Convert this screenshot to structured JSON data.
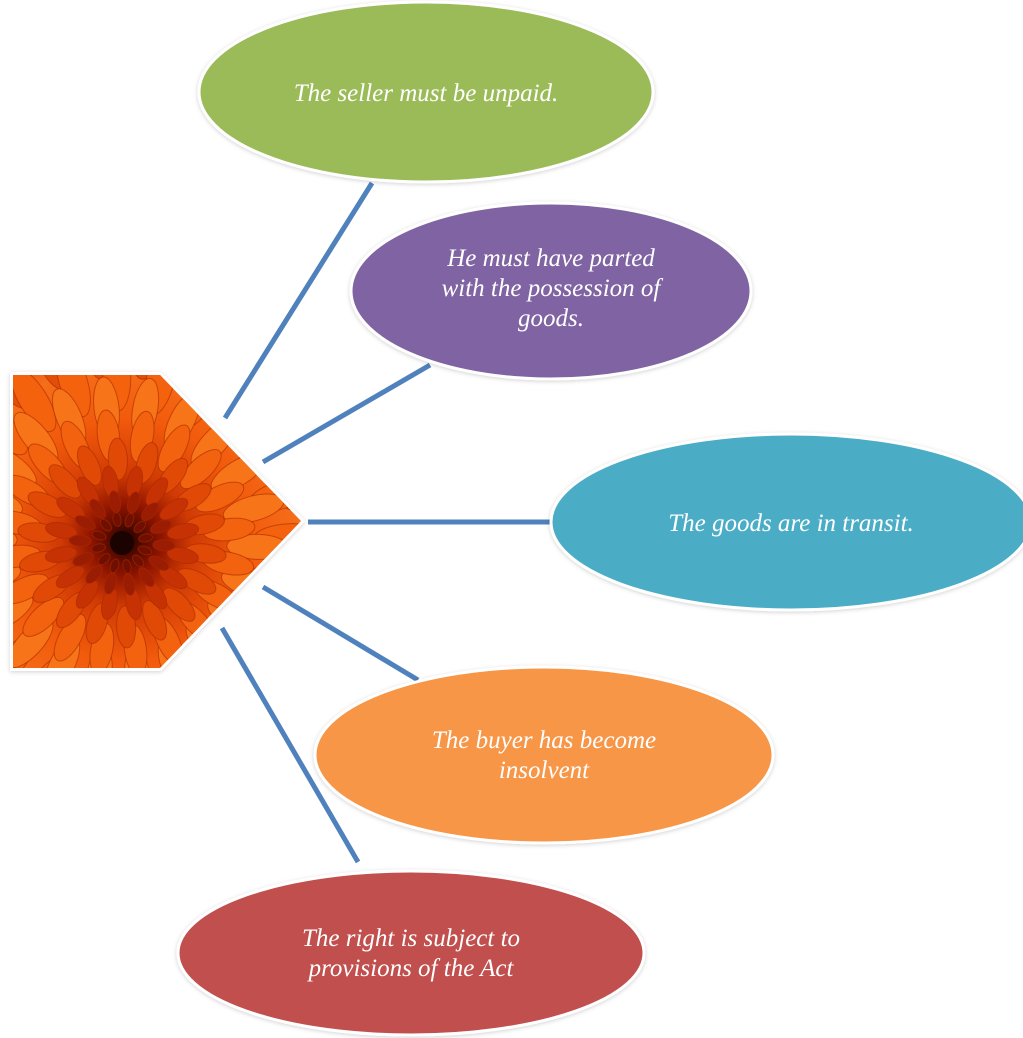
{
  "diagram": {
    "center_image": {
      "icon": "orange-chrysanthemum-flower"
    },
    "connector_color": "#4f81bd",
    "nodes": [
      {
        "label": "The seller must be unpaid.",
        "lines": [
          "The seller must be unpaid."
        ],
        "color": "#9bbb59"
      },
      {
        "label": "He must have parted with the possession of goods.",
        "lines": [
          "He must have parted",
          "with the possession of",
          "goods."
        ],
        "color": "#8064a2"
      },
      {
        "label": "The goods are in transit.",
        "lines": [
          "The goods are in transit."
        ],
        "color": "#4bacc6"
      },
      {
        "label": "The buyer has become insolvent",
        "lines": [
          "The buyer has become",
          "insolvent"
        ],
        "color": "#f79646"
      },
      {
        "label": "The right is subject to provisions of the Act",
        "lines": [
          "The right is subject to",
          "provisions of the Act"
        ],
        "color": "#c0504d"
      }
    ]
  }
}
